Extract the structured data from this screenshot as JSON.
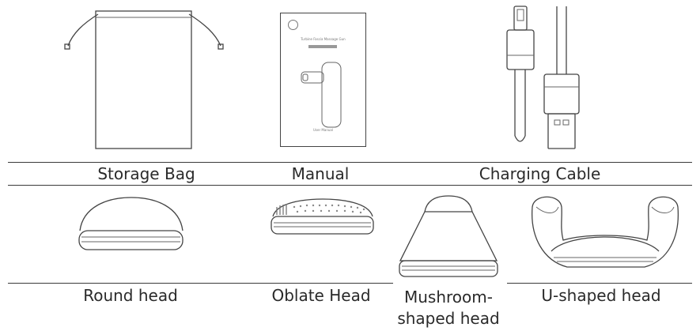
{
  "items_row1": [
    {
      "label": "Storage Bag",
      "icon": "storage-bag-icon"
    },
    {
      "label": "Manual",
      "icon": "manual-icon"
    },
    {
      "label": "Charging Cable",
      "icon": "charging-cable-icon"
    }
  ],
  "items_row2": [
    {
      "label": "Round head",
      "icon": "round-head-icon"
    },
    {
      "label": "Oblate Head",
      "icon": "oblate-head-icon"
    },
    {
      "label_line1": "Mushroom-",
      "label_line2": "shaped head",
      "icon": "mushroom-head-icon"
    },
    {
      "label": "U-shaped head",
      "icon": "u-shaped-head-icon"
    }
  ],
  "manual_cover": {
    "title": "Turbine Fascia Massage Gun",
    "footer": "User Manual"
  }
}
